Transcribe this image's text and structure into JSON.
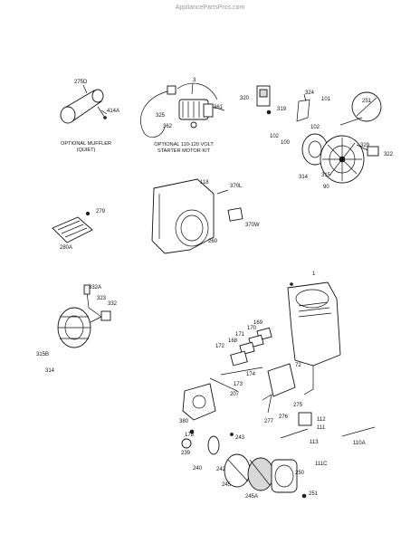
{
  "watermark": "AppliancePartsPros.com",
  "captions": {
    "muffler": [
      "OPTIONAL MUFFLER",
      "(QUIET)"
    ],
    "starter": [
      "OPTIONAL 110-120 VOLT",
      "STARTER MOTOR KIT"
    ]
  },
  "labels": {
    "p275d": "275D",
    "p414a": "414A",
    "p3": "3",
    "p325": "325",
    "p361": "361",
    "p362": "362",
    "p320": "320",
    "p324": "324",
    "p101": "101",
    "p319": "319",
    "p251b": "251",
    "p102a": "102",
    "p102b": "102",
    "p100": "100",
    "p329": "329",
    "p322": "322",
    "p314": "314",
    "p315": "315",
    "p90": "90",
    "p118": "118",
    "p370l": "370L",
    "p370w": "370W",
    "p260": "260",
    "p279": "279",
    "p280a": "280A",
    "p332a": "332A",
    "p323": "323",
    "p332": "332",
    "p315b": "315B",
    "p314b": "314",
    "p1": "1",
    "p169": "169",
    "p170": "170",
    "p171": "171",
    "p168": "168",
    "p172": "172",
    "p72": "72",
    "p174": "174",
    "p173": "173",
    "p207": "207",
    "p275": "275",
    "p277": "277",
    "p276": "276",
    "p112": "112",
    "p111": "111",
    "p113": "113",
    "p110a": "110A",
    "p380": "380",
    "p178": "178",
    "p239": "239",
    "p240": "240",
    "p243": "243",
    "p242": "242",
    "p245": "245",
    "p245a": "245A",
    "p250": "250",
    "p111c": "111C",
    "p251": "251"
  }
}
